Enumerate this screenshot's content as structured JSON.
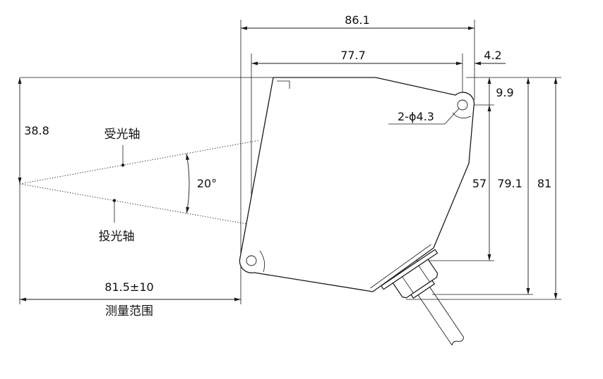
{
  "dimensions": {
    "width_overall": "86.1",
    "hole_pitch_x": "77.7",
    "hole_edge_offset_x": "4.2",
    "hole_edge_offset_y": "9.9",
    "hole_callout": "2-ϕ4.3",
    "axis_height": "38.8",
    "hole_pitch_y": "57",
    "height_body": "79.1",
    "height_overall": "81",
    "range_distance": "81.5±10"
  },
  "labels": {
    "receiver_axis": "受光轴",
    "emitter_axis": "投光轴",
    "beam_angle": "20°",
    "range_caption": "测量范围"
  }
}
